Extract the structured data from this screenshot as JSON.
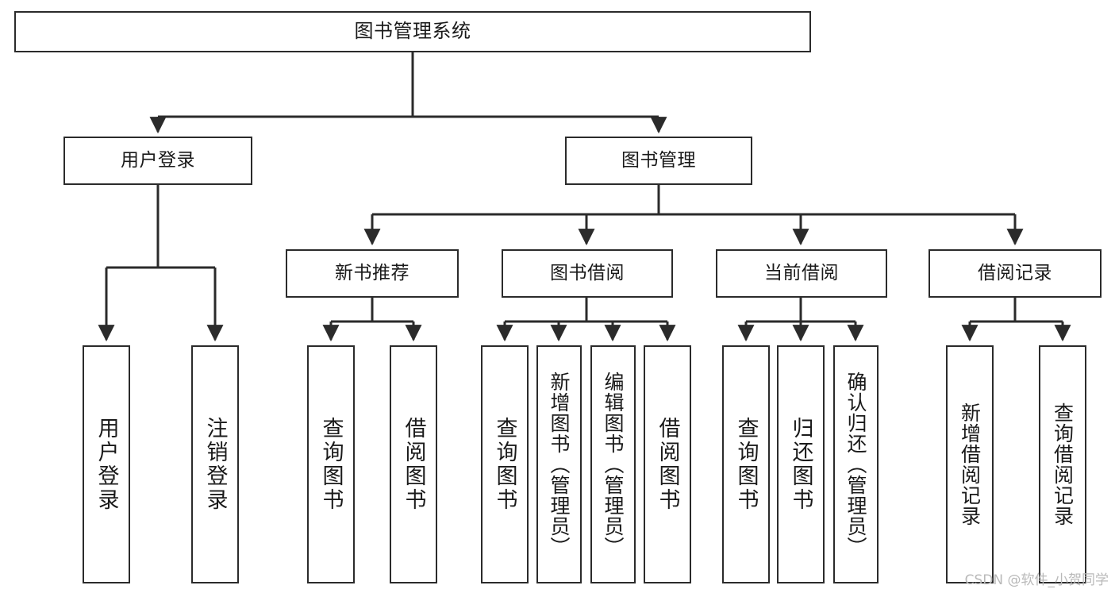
{
  "diagram": {
    "title": "图书管理系统",
    "type": "tree",
    "orientation": "top-down",
    "line_color": "#2b2b2b",
    "box_fill": "#ffffff",
    "text_color": "#1a1a1a",
    "nodes": {
      "root": {
        "label": "图书管理系统"
      },
      "level1": [
        {
          "label": "用户登录"
        },
        {
          "label": "图书管理"
        }
      ],
      "level2": [
        {
          "label": "新书推荐"
        },
        {
          "label": "图书借阅"
        },
        {
          "label": "当前借阅"
        },
        {
          "label": "借阅记录"
        }
      ],
      "leaves": {
        "user_login": [
          {
            "label": "用户登录"
          },
          {
            "label": "注销登录"
          }
        ],
        "new_book_recommend": [
          {
            "label": "查询图书"
          },
          {
            "label": "借阅图书"
          }
        ],
        "book_borrow": [
          {
            "label": "查询图书"
          },
          {
            "label": "新增图书（管理员）"
          },
          {
            "label": "编辑图书（管理员）"
          },
          {
            "label": "借阅图书"
          }
        ],
        "current_borrow": [
          {
            "label": "查询图书"
          },
          {
            "label": "归还图书"
          },
          {
            "label": "确认归还（管理员）"
          }
        ],
        "borrow_record": [
          {
            "label": "新增借阅记录"
          },
          {
            "label": "查询借阅记录"
          }
        ]
      }
    }
  },
  "watermark": {
    "text": "CSDN @软件_小贺同学"
  }
}
